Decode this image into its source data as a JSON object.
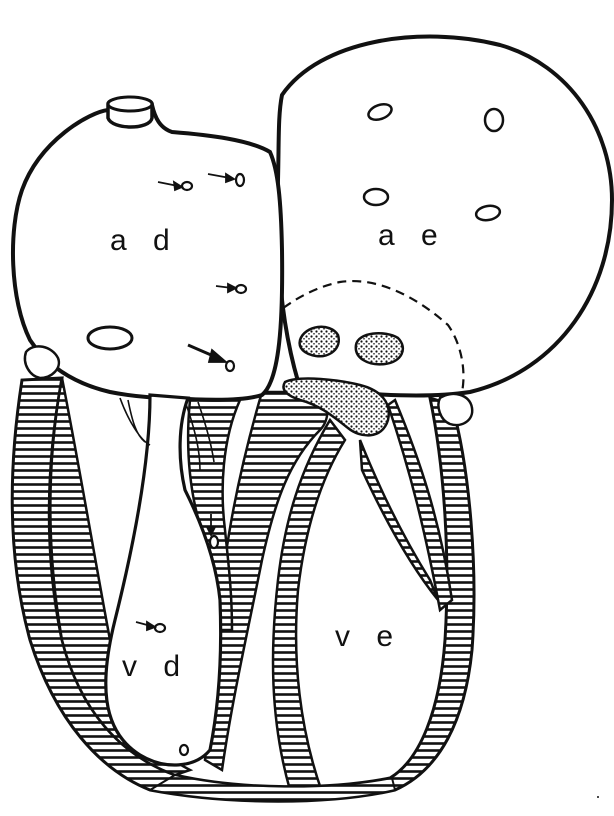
{
  "diagram": {
    "labels": {
      "right_atrium": "a d",
      "left_atrium": "a e",
      "right_ventricle": "v d",
      "left_ventricle": "v e"
    },
    "colors": {
      "ink": "#111111",
      "background": "#ffffff",
      "hatch": "#111111"
    },
    "icons": [
      "arrow-icon",
      "opening-icon",
      "perforation-icon"
    ]
  }
}
